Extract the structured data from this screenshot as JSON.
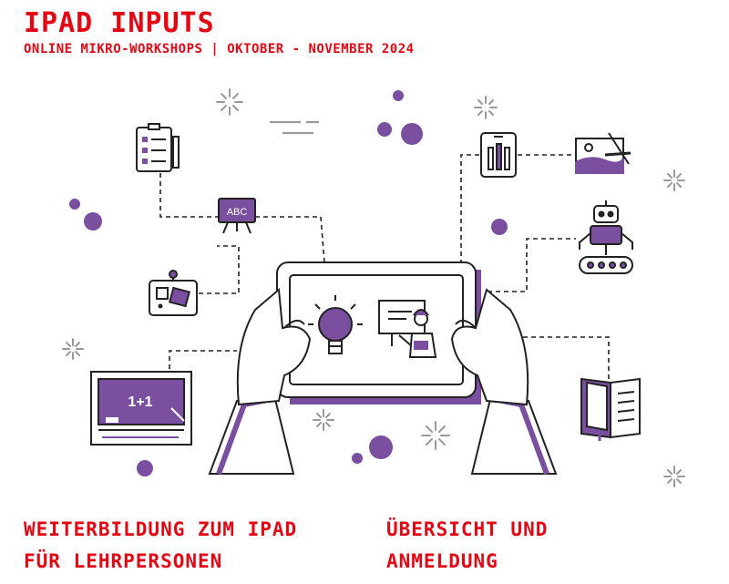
{
  "header": {
    "title": "IPAD INPUTS",
    "subtitle": "ONLINE MIKRO-WORKSHOPS | OKTOBER - NOVEMBER 2024"
  },
  "illustration": {
    "board_label": "ABC",
    "chalkboard_label": "1+1",
    "icons": [
      "clipboard-checklist-icon",
      "easel-abc-icon",
      "pinboard-icon",
      "chalkboard-math-icon",
      "tablet-art-icon",
      "drawing-tools-icon",
      "robot-icon",
      "open-book-icon",
      "lightbulb-icon",
      "teacher-presentation-icon"
    ],
    "colors": {
      "accent": "#7b4fa0",
      "text": "#e30613",
      "line": "#222222",
      "sparkle": "#999999"
    }
  },
  "footer": {
    "left_line1": "WEITERBILDUNG ZUM IPAD",
    "left_line2": "FÜR LEHRPERSONEN",
    "right_line1": "ÜBERSICHT UND",
    "right_line2": "ANMELDUNG"
  }
}
